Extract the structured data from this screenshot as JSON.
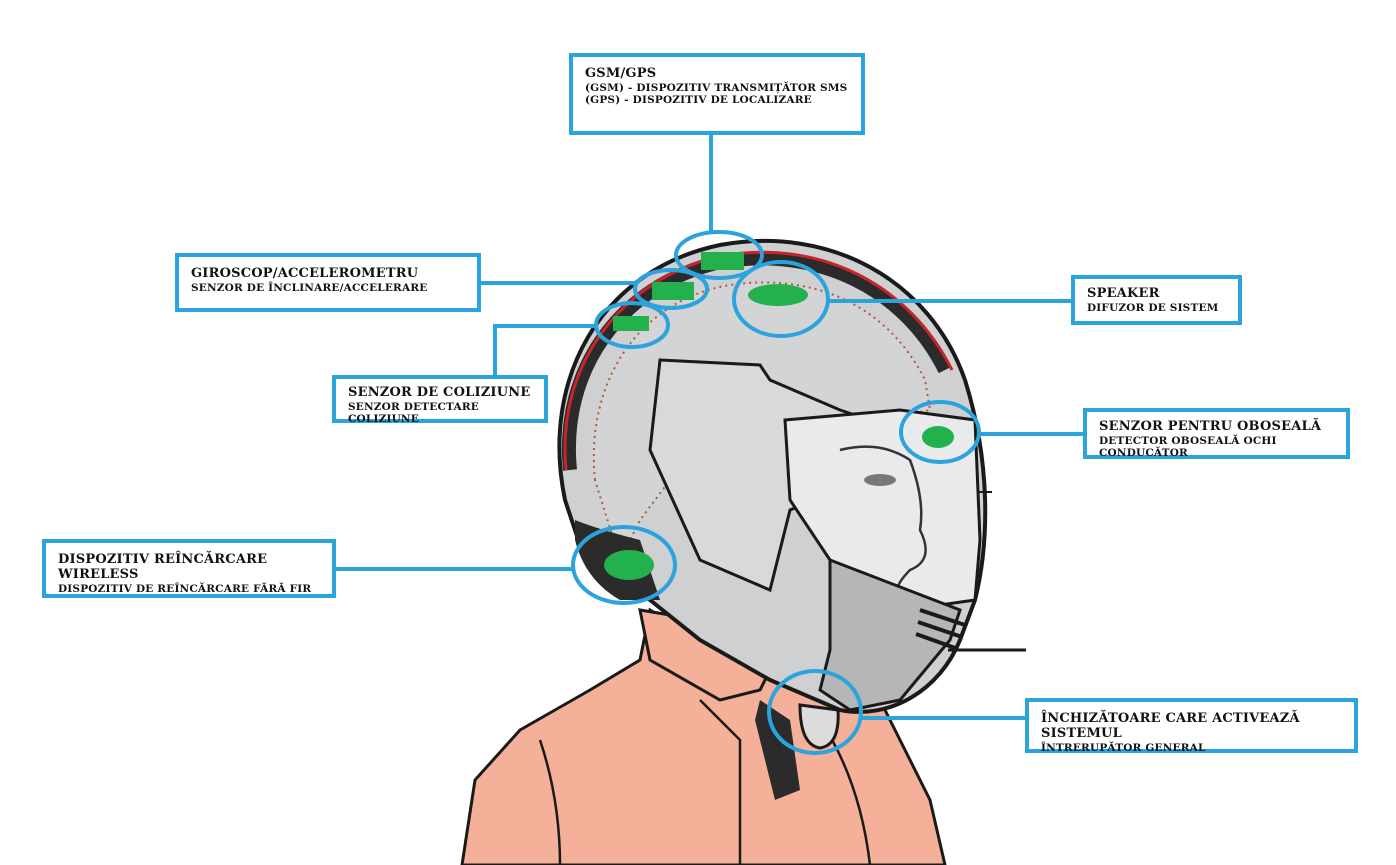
{
  "colors": {
    "callout": "#2ba3dd",
    "sensor": "#22b14c",
    "skin": "#f4b099",
    "helmet_shell": "#d3d4d6",
    "helmet_trim": "#2b2b2b",
    "accent_red": "#c8242b",
    "visor": "#e9eaec"
  },
  "labels": {
    "gsm": {
      "title": "GSM/GPS",
      "line1": "(GSM) - DISPOZITIV TRANSMIȚĂTOR SMS",
      "line2": "(GPS) - DISPOZITIV DE LOCALIZARE"
    },
    "gyro": {
      "title": "GIROSCOP/ACCELEROMETRU",
      "sub": "SENZOR DE ÎNCLINARE/ACCELERARE"
    },
    "collision": {
      "title": "SENZOR DE COLIZIUNE",
      "sub": "SENZOR DETECTARE COLIZIUNE"
    },
    "speaker": {
      "title": "SPEAKER",
      "sub": "DIFUZOR DE SISTEM"
    },
    "fatigue": {
      "title": "SENZOR PENTRU OBOSEALĂ",
      "sub": "DETECTOR OBOSEALĂ OCHI CONDUCĂTOR"
    },
    "wireless": {
      "title": "DISPOZITIV REÎNCĂRCARE WIRELESS",
      "sub": "DISPOZITIV DE REÎNCĂRCARE FĂRĂ FIR"
    },
    "closure": {
      "title": "ÎNCHIZĂTOARE CARE ACTIVEAZĂ SISTEMUL",
      "sub": "ÎNTRERUPĂTOR GENERAL"
    }
  }
}
